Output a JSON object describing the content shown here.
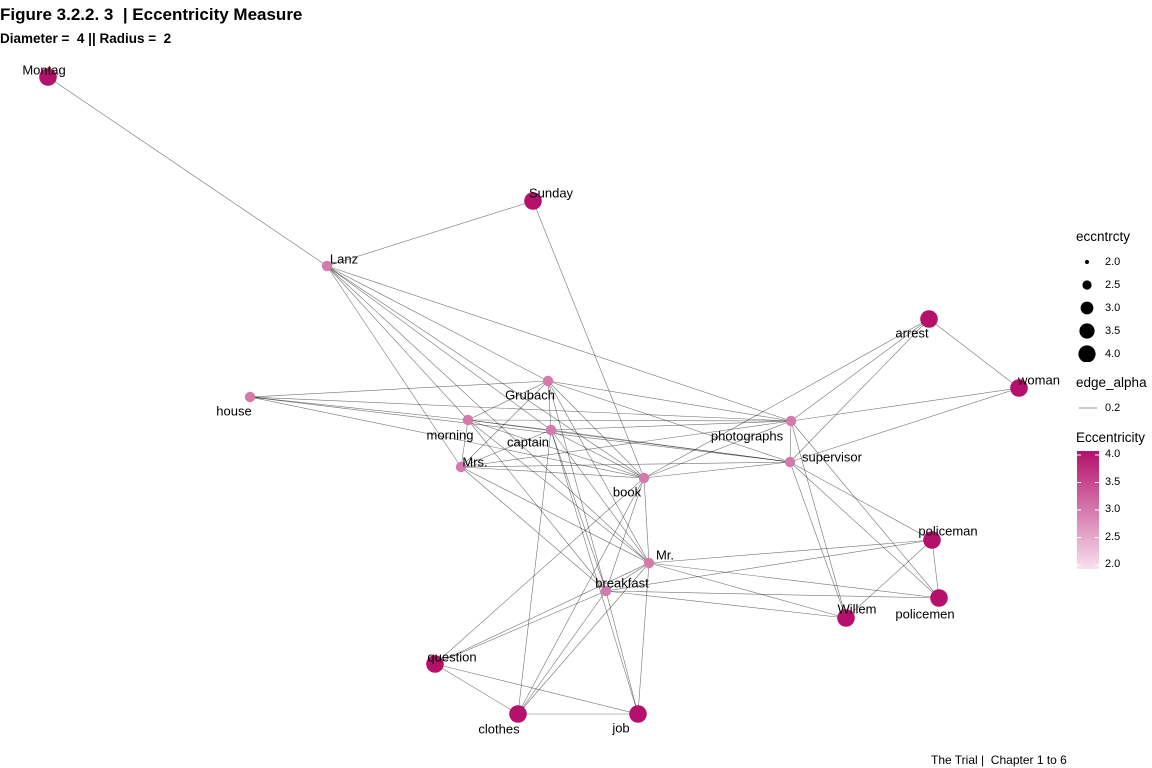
{
  "title": "Figure 3.2.2. 3  | Eccentricity Measure",
  "subtitle": "Diameter =  4 || Radius =  2",
  "caption": "The Trial |  Chapter 1 to 6",
  "legend": {
    "size_title": "eccntrcty",
    "size_items": [
      "2.0",
      "2.5",
      "3.0",
      "3.5",
      "4.0"
    ],
    "edge_title": "edge_alpha",
    "edge_item": "0.2",
    "color_title": "Eccentricity",
    "color_ticks": [
      "4.0",
      "3.5",
      "3.0",
      "2.5",
      "2.0"
    ],
    "color_low": "#f7e1ee",
    "color_high": "#b5106b"
  },
  "nodes": [
    {
      "id": "Montag",
      "ecc": 4
    },
    {
      "id": "Sunday",
      "ecc": 4
    },
    {
      "id": "Lanz",
      "ecc": 3
    },
    {
      "id": "arrest",
      "ecc": 4
    },
    {
      "id": "woman",
      "ecc": 4
    },
    {
      "id": "house",
      "ecc": 3
    },
    {
      "id": "Grubach",
      "ecc": 3
    },
    {
      "id": "morning",
      "ecc": 3
    },
    {
      "id": "captain",
      "ecc": 3
    },
    {
      "id": "photographs",
      "ecc": 3
    },
    {
      "id": "Mrs.",
      "ecc": 3
    },
    {
      "id": "supervisor",
      "ecc": 3
    },
    {
      "id": "book",
      "ecc": 3
    },
    {
      "id": "policeman",
      "ecc": 4
    },
    {
      "id": "Mr.",
      "ecc": 3
    },
    {
      "id": "breakfast",
      "ecc": 3
    },
    {
      "id": "Willem",
      "ecc": 4
    },
    {
      "id": "policemen",
      "ecc": 4
    },
    {
      "id": "question",
      "ecc": 4
    },
    {
      "id": "clothes",
      "ecc": 4
    },
    {
      "id": "job",
      "ecc": 4
    }
  ],
  "edges": [
    [
      "Montag",
      "Lanz"
    ],
    [
      "Lanz",
      "Sunday"
    ],
    [
      "Sunday",
      "book"
    ],
    [
      "Lanz",
      "Grubach"
    ],
    [
      "Lanz",
      "morning"
    ],
    [
      "Lanz",
      "Mrs."
    ],
    [
      "Lanz",
      "captain"
    ],
    [
      "Lanz",
      "photographs"
    ],
    [
      "Lanz",
      "book"
    ],
    [
      "Lanz",
      "Mr."
    ],
    [
      "house",
      "Grubach"
    ],
    [
      "house",
      "morning"
    ],
    [
      "house",
      "photographs"
    ],
    [
      "house",
      "supervisor"
    ],
    [
      "house",
      "book"
    ],
    [
      "Grubach",
      "morning"
    ],
    [
      "Grubach",
      "Mrs."
    ],
    [
      "Grubach",
      "photographs"
    ],
    [
      "Grubach",
      "supervisor"
    ],
    [
      "Grubach",
      "book"
    ],
    [
      "Grubach",
      "Mr."
    ],
    [
      "Grubach",
      "breakfast"
    ],
    [
      "Grubach",
      "captain"
    ],
    [
      "morning",
      "captain"
    ],
    [
      "morning",
      "Mrs."
    ],
    [
      "morning",
      "photographs"
    ],
    [
      "morning",
      "supervisor"
    ],
    [
      "morning",
      "book"
    ],
    [
      "morning",
      "Mr."
    ],
    [
      "morning",
      "breakfast"
    ],
    [
      "captain",
      "Mrs."
    ],
    [
      "captain",
      "photographs"
    ],
    [
      "captain",
      "supervisor"
    ],
    [
      "captain",
      "book"
    ],
    [
      "captain",
      "Mr."
    ],
    [
      "captain",
      "breakfast"
    ],
    [
      "captain",
      "job"
    ],
    [
      "captain",
      "clothes"
    ],
    [
      "Mrs.",
      "photographs"
    ],
    [
      "Mrs.",
      "supervisor"
    ],
    [
      "Mrs.",
      "book"
    ],
    [
      "Mrs.",
      "Mr."
    ],
    [
      "Mrs.",
      "breakfast"
    ],
    [
      "photographs",
      "supervisor"
    ],
    [
      "photographs",
      "book"
    ],
    [
      "photographs",
      "arrest"
    ],
    [
      "photographs",
      "woman"
    ],
    [
      "photographs",
      "Willem"
    ],
    [
      "photographs",
      "policemen"
    ],
    [
      "supervisor",
      "arrest"
    ],
    [
      "supervisor",
      "woman"
    ],
    [
      "supervisor",
      "book"
    ],
    [
      "supervisor",
      "policeman"
    ],
    [
      "supervisor",
      "policemen"
    ],
    [
      "supervisor",
      "Willem"
    ],
    [
      "arrest",
      "woman"
    ],
    [
      "arrest",
      "book"
    ],
    [
      "book",
      "Mr."
    ],
    [
      "book",
      "breakfast"
    ],
    [
      "book",
      "question"
    ],
    [
      "book",
      "clothes"
    ],
    [
      "Mr.",
      "breakfast"
    ],
    [
      "Mr.",
      "policeman"
    ],
    [
      "Mr.",
      "policemen"
    ],
    [
      "Mr.",
      "Willem"
    ],
    [
      "Mr.",
      "job"
    ],
    [
      "Mr.",
      "clothes"
    ],
    [
      "Mr.",
      "question"
    ],
    [
      "breakfast",
      "policeman"
    ],
    [
      "breakfast",
      "policemen"
    ],
    [
      "breakfast",
      "Willem"
    ],
    [
      "breakfast",
      "question"
    ],
    [
      "breakfast",
      "clothes"
    ],
    [
      "breakfast",
      "job"
    ],
    [
      "policeman",
      "Willem"
    ],
    [
      "policeman",
      "policemen"
    ],
    [
      "question",
      "clothes"
    ],
    [
      "question",
      "job"
    ],
    [
      "clothes",
      "job"
    ]
  ]
}
